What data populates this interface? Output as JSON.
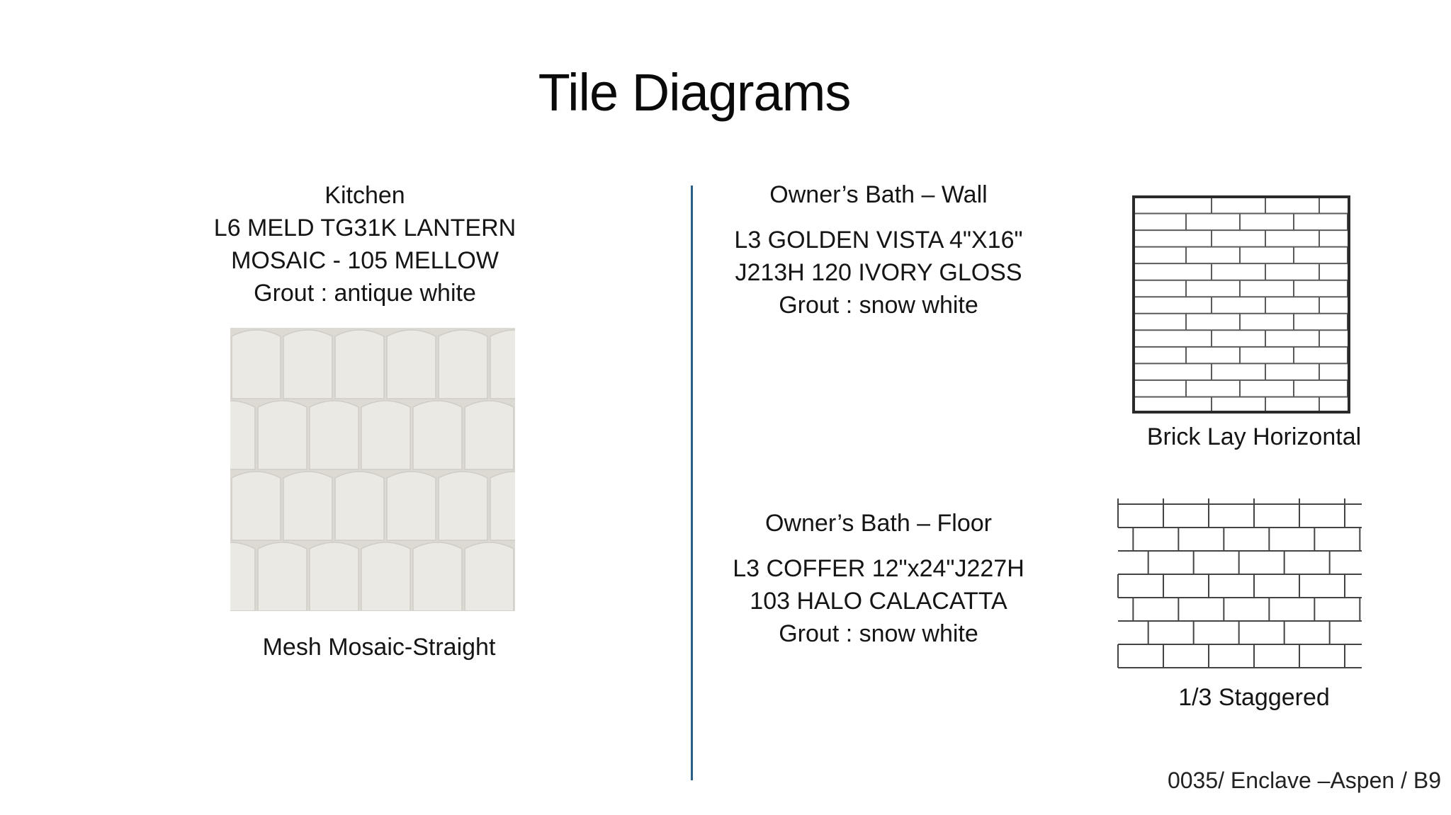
{
  "page": {
    "title": "Tile Diagrams",
    "footer": "0035/ Enclave –Aspen / B9"
  },
  "kitchen": {
    "heading": "Kitchen",
    "line1": "L6 MELD TG31K LANTERN",
    "line2": "MOSAIC - 105 MELLOW",
    "grout": "Grout : antique white",
    "pattern_caption": "Mesh Mosaic-Straight"
  },
  "bath_wall": {
    "heading": "Owner’s Bath – Wall",
    "line1": "L3 GOLDEN VISTA 4\"X16\"",
    "line2": "J213H 120 IVORY GLOSS",
    "grout": "Grout : snow white",
    "pattern_caption": "Brick Lay Horizontal"
  },
  "bath_floor": {
    "heading": "Owner’s Bath – Floor",
    "line1": "L3 COFFER 12\"x24\"J227H",
    "line2": "103 HALO CALACATTA",
    "grout": "Grout : snow white",
    "pattern_caption": "1/3 Staggered"
  },
  "colors": {
    "divider": "#2a5f8a",
    "mosaic_tile": "#ebe9e3",
    "mosaic_grout": "#d9d7cf",
    "pattern_line": "#333333"
  }
}
